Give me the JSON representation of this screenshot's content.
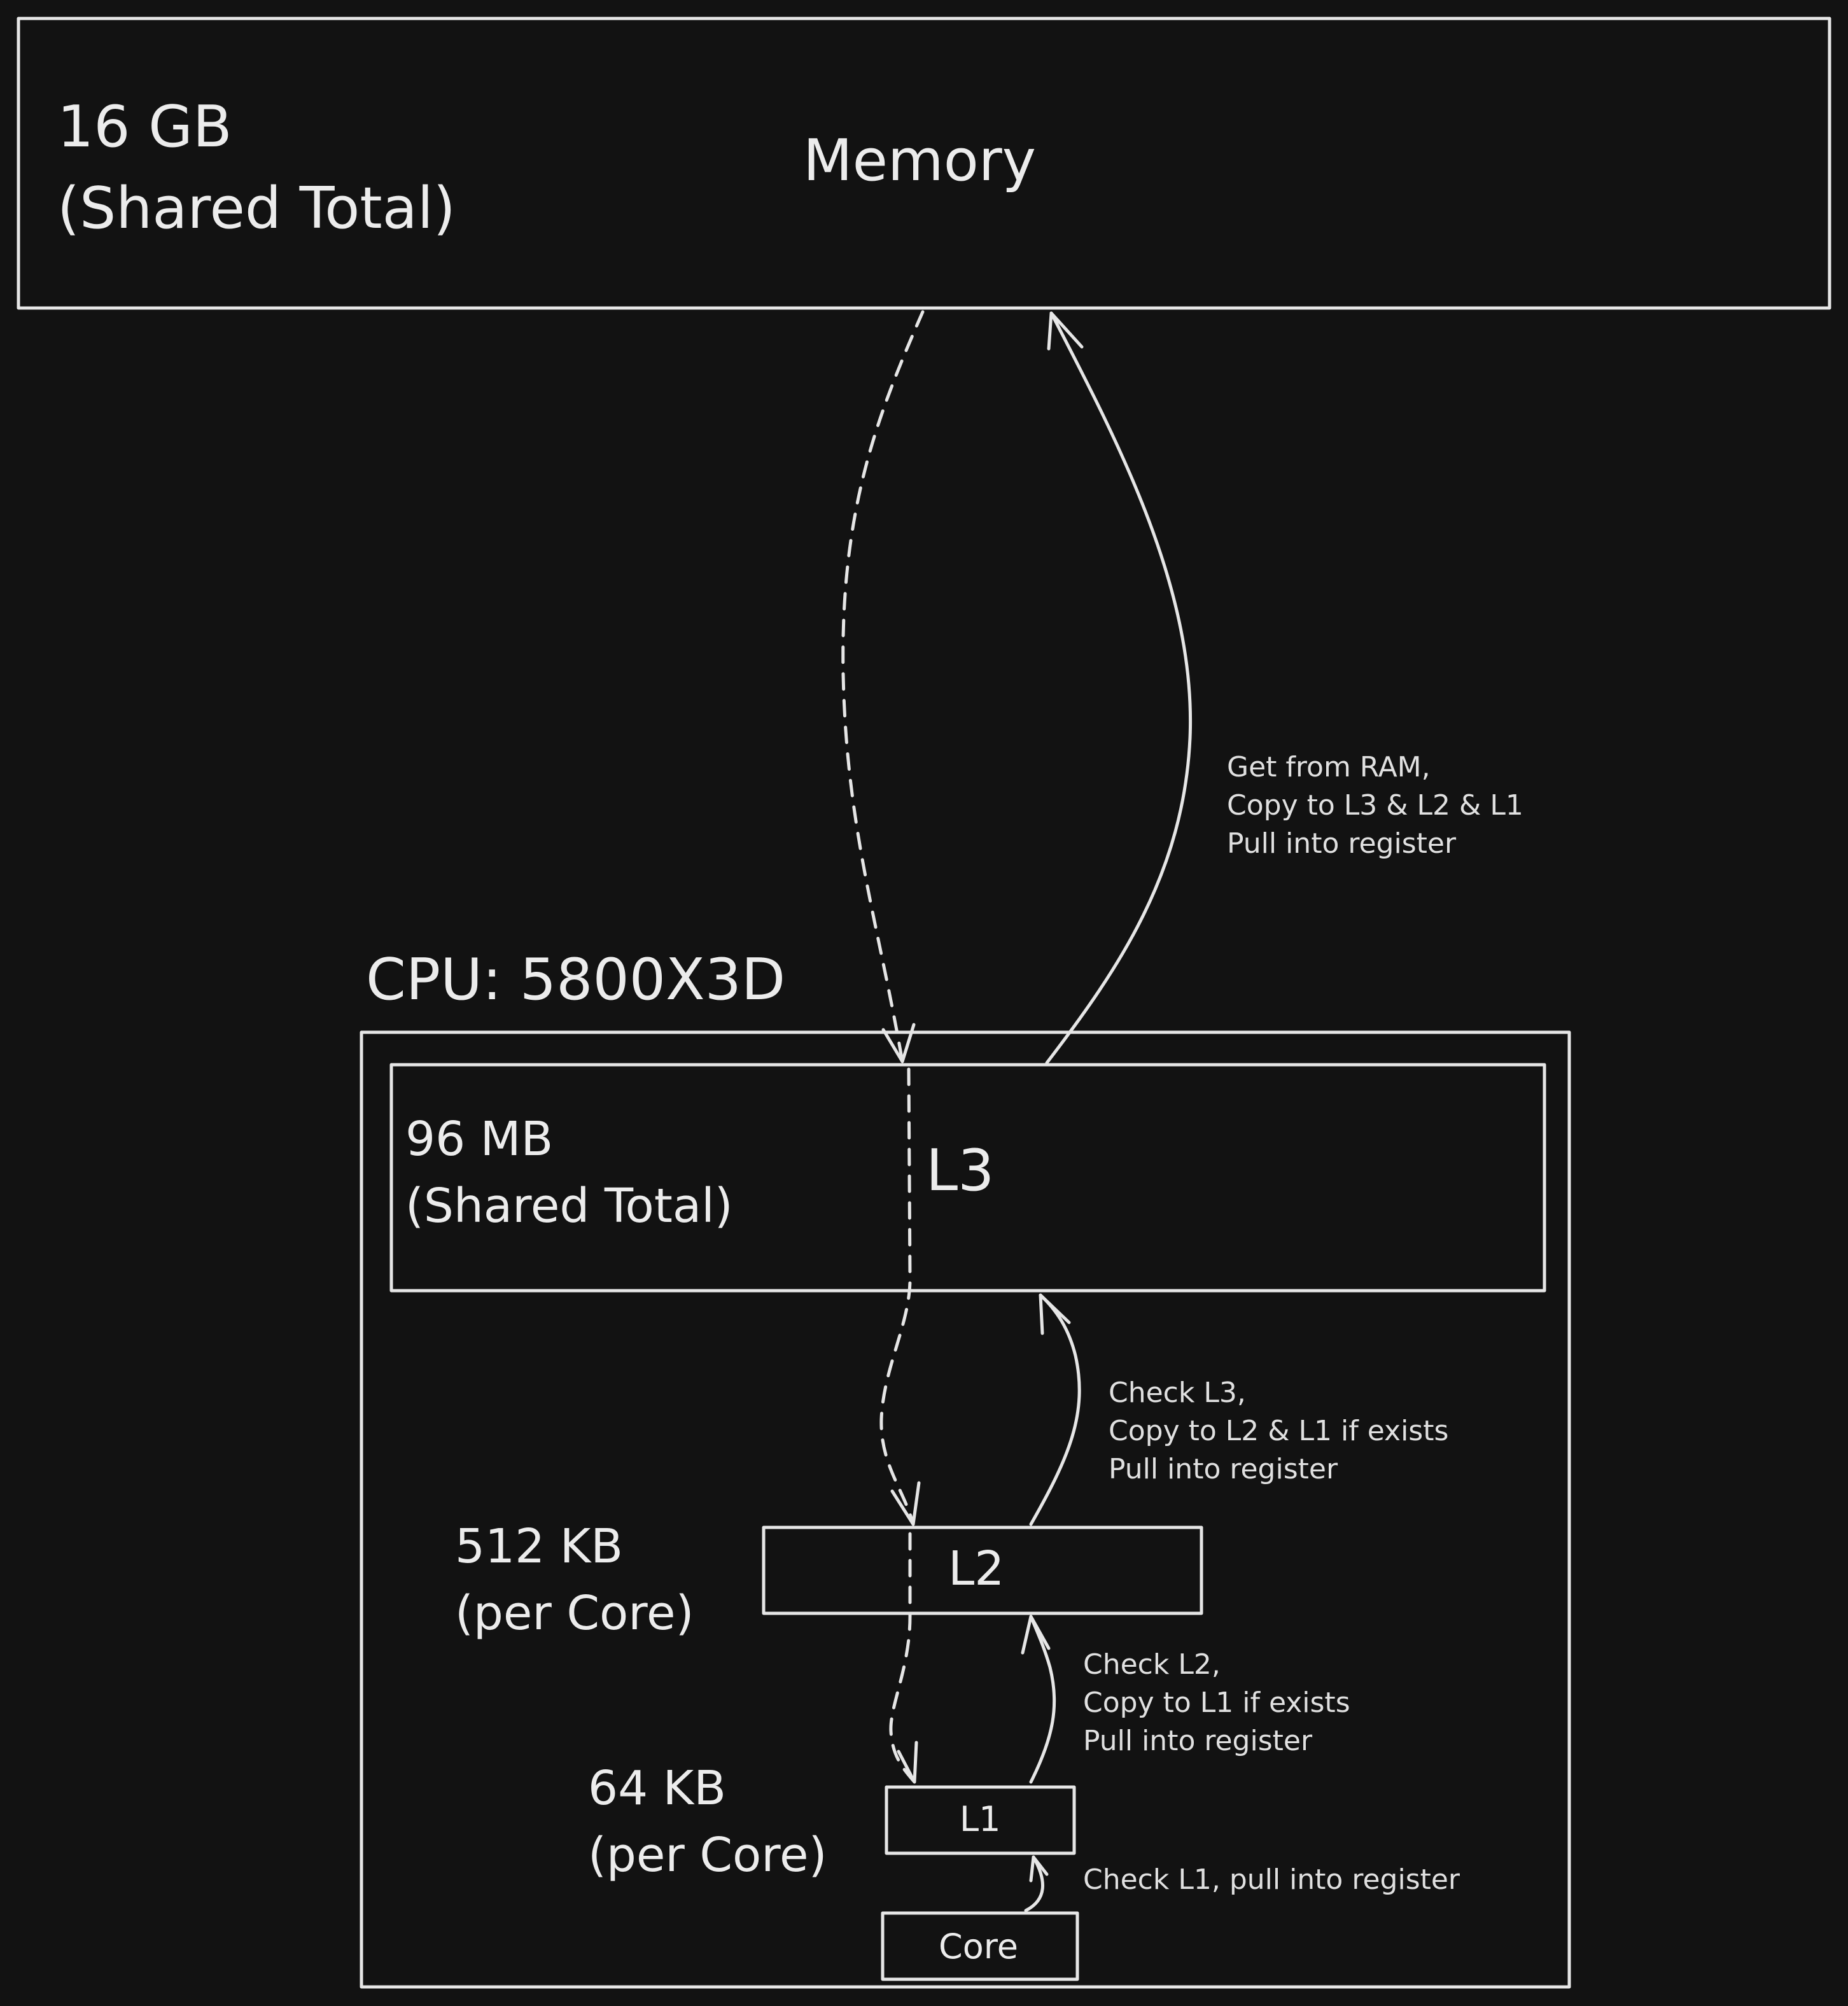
{
  "memory": {
    "title": "Memory",
    "size_line1": "16 GB",
    "size_line2": "(Shared Total)"
  },
  "cpu": {
    "title": "CPU: 5800X3D"
  },
  "l3": {
    "title": "L3",
    "size_line1": "96 MB",
    "size_line2": "(Shared Total)"
  },
  "l2": {
    "title": "L2",
    "size_line1": "512 KB",
    "size_line2": "(per Core)"
  },
  "l1": {
    "title": "L1",
    "size_line1": "64 KB",
    "size_line2": "(per Core)"
  },
  "core": {
    "title": "Core"
  },
  "annotations": {
    "ram": [
      "Get from RAM,",
      "Copy to L3 & L2 & L1",
      "Pull into register"
    ],
    "l3": [
      "Check L3,",
      "Copy to L2 & L1 if exists",
      "Pull into register"
    ],
    "l2": [
      "Check L2,",
      "Copy to L1 if exists",
      "Pull into register"
    ],
    "l1": "Check L1, pull into register"
  },
  "colors": {
    "background": "#121212",
    "stroke": "#e6e6e6",
    "text": "#ececec"
  }
}
